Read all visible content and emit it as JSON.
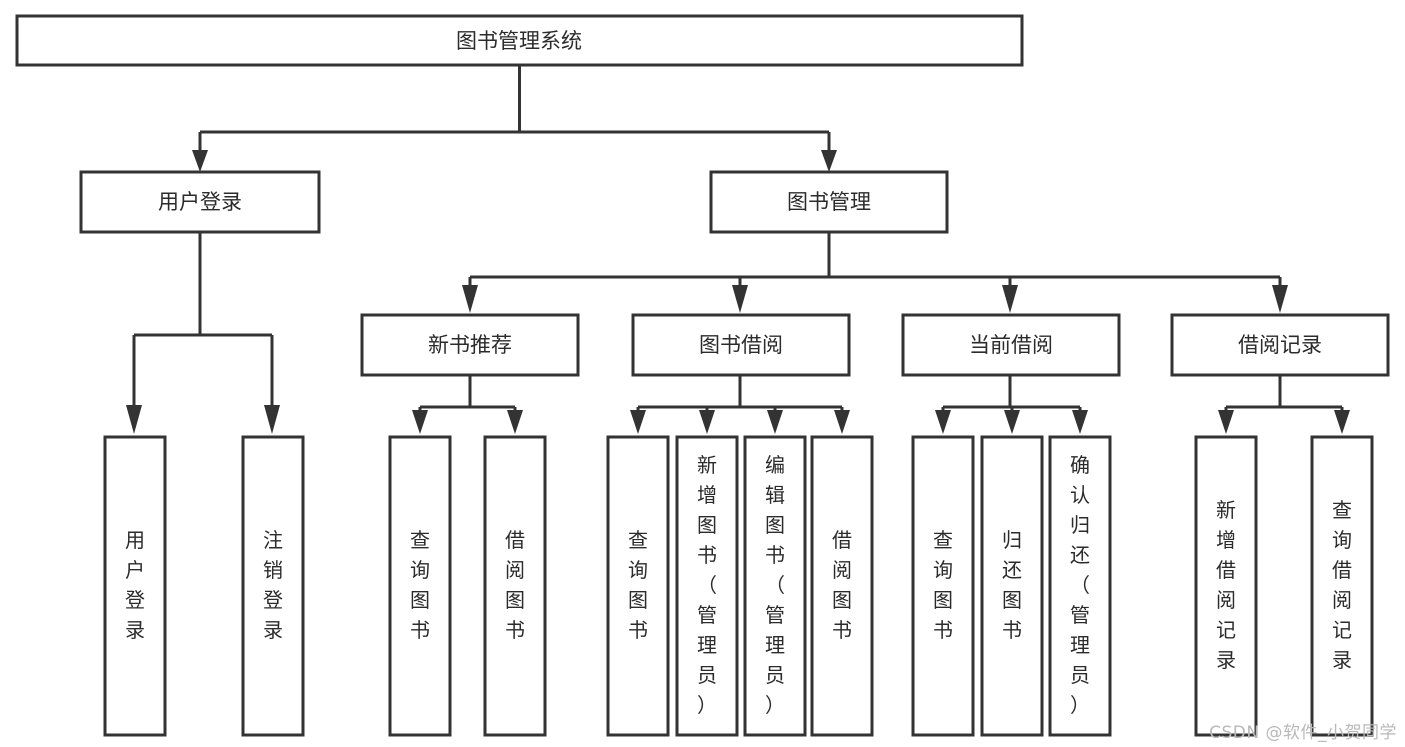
{
  "diagram": {
    "title": "图书管理系统",
    "watermark": "CSDN @软件_小贺同学",
    "colors": {
      "stroke": "#333333",
      "fill": "#ffffff",
      "text": "#2b2b2b",
      "watermark": "#b9b9b9",
      "background": "#ffffff"
    },
    "levels": {
      "root": "图书管理系统",
      "level2": [
        "用户登录",
        "图书管理"
      ],
      "level3": [
        "新书推荐",
        "图书借阅",
        "当前借阅",
        "借阅记录"
      ]
    },
    "nodes": {
      "root": {
        "label": "图书管理系统",
        "orientation": "horizontal"
      },
      "user_login": {
        "label": "用户登录",
        "orientation": "horizontal"
      },
      "book_manage": {
        "label": "图书管理",
        "orientation": "horizontal"
      },
      "new_book_rec": {
        "label": "新书推荐",
        "orientation": "horizontal"
      },
      "book_borrow": {
        "label": "图书借阅",
        "orientation": "horizontal"
      },
      "current_borrow": {
        "label": "当前借阅",
        "orientation": "horizontal"
      },
      "borrow_record": {
        "label": "借阅记录",
        "orientation": "horizontal"
      },
      "leaf_user_login": {
        "label": "用户登录",
        "orientation": "vertical"
      },
      "leaf_logout": {
        "label": "注销登录",
        "orientation": "vertical"
      },
      "leaf_query_book_a": {
        "label": "查询图书",
        "orientation": "vertical"
      },
      "leaf_borrow_book_a": {
        "label": "借阅图书",
        "orientation": "vertical"
      },
      "leaf_query_book_b": {
        "label": "查询图书",
        "orientation": "vertical"
      },
      "leaf_add_book": {
        "label": "新增图书（管理员）",
        "orientation": "vertical"
      },
      "leaf_edit_book": {
        "label": "编辑图书（管理员）",
        "orientation": "vertical"
      },
      "leaf_borrow_book_b": {
        "label": "借阅图书",
        "orientation": "vertical"
      },
      "leaf_query_book_c": {
        "label": "查询图书",
        "orientation": "vertical"
      },
      "leaf_return_book": {
        "label": "归还图书",
        "orientation": "vertical"
      },
      "leaf_confirm_return": {
        "label": "确认归还（管理员）",
        "orientation": "vertical"
      },
      "leaf_add_record": {
        "label": "新增借阅记录",
        "orientation": "vertical"
      },
      "leaf_query_record": {
        "label": "查询借阅记录",
        "orientation": "vertical"
      }
    },
    "edges": [
      {
        "from": "图书管理系统",
        "to": "用户登录"
      },
      {
        "from": "图书管理系统",
        "to": "图书管理"
      },
      {
        "from": "用户登录",
        "to": "用户登录"
      },
      {
        "from": "用户登录",
        "to": "注销登录"
      },
      {
        "from": "图书管理",
        "to": "新书推荐"
      },
      {
        "from": "图书管理",
        "to": "图书借阅"
      },
      {
        "from": "图书管理",
        "to": "当前借阅"
      },
      {
        "from": "图书管理",
        "to": "借阅记录"
      },
      {
        "from": "新书推荐",
        "to": "查询图书"
      },
      {
        "from": "新书推荐",
        "to": "借阅图书"
      },
      {
        "from": "图书借阅",
        "to": "查询图书"
      },
      {
        "from": "图书借阅",
        "to": "新增图书（管理员）"
      },
      {
        "from": "图书借阅",
        "to": "编辑图书（管理员）"
      },
      {
        "from": "图书借阅",
        "to": "借阅图书"
      },
      {
        "from": "当前借阅",
        "to": "查询图书"
      },
      {
        "from": "当前借阅",
        "to": "归还图书"
      },
      {
        "from": "当前借阅",
        "to": "确认归还（管理员）"
      },
      {
        "from": "借阅记录",
        "to": "新增借阅记录"
      },
      {
        "from": "借阅记录",
        "to": "查询借阅记录"
      }
    ]
  }
}
